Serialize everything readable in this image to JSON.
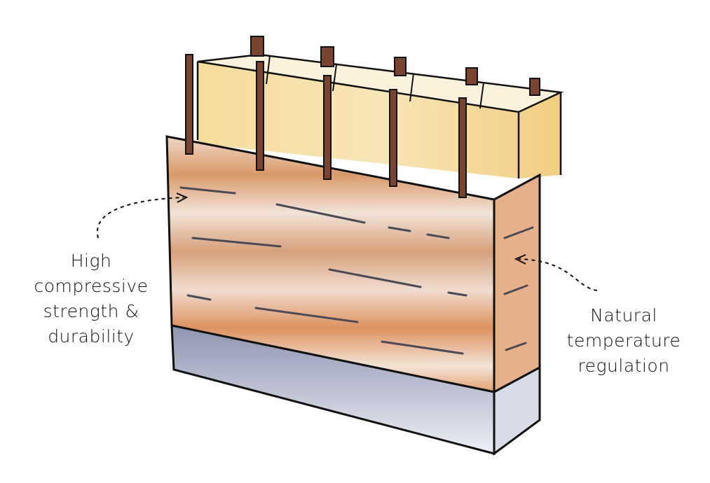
{
  "title": "Rammed earth wall illustration",
  "annotations": {
    "left": [
      "High",
      "compressive",
      "strength &",
      "durability"
    ],
    "right": [
      "Natural",
      "temperature",
      "regulation"
    ]
  },
  "colors": {
    "earth_orange": "#d9925a",
    "earth_light": "#efd8c6",
    "formwork_yellow": "#f3d38e",
    "stake_brown": "#7a4530",
    "base_gray": "#9a9fb8",
    "outline": "#111111"
  }
}
